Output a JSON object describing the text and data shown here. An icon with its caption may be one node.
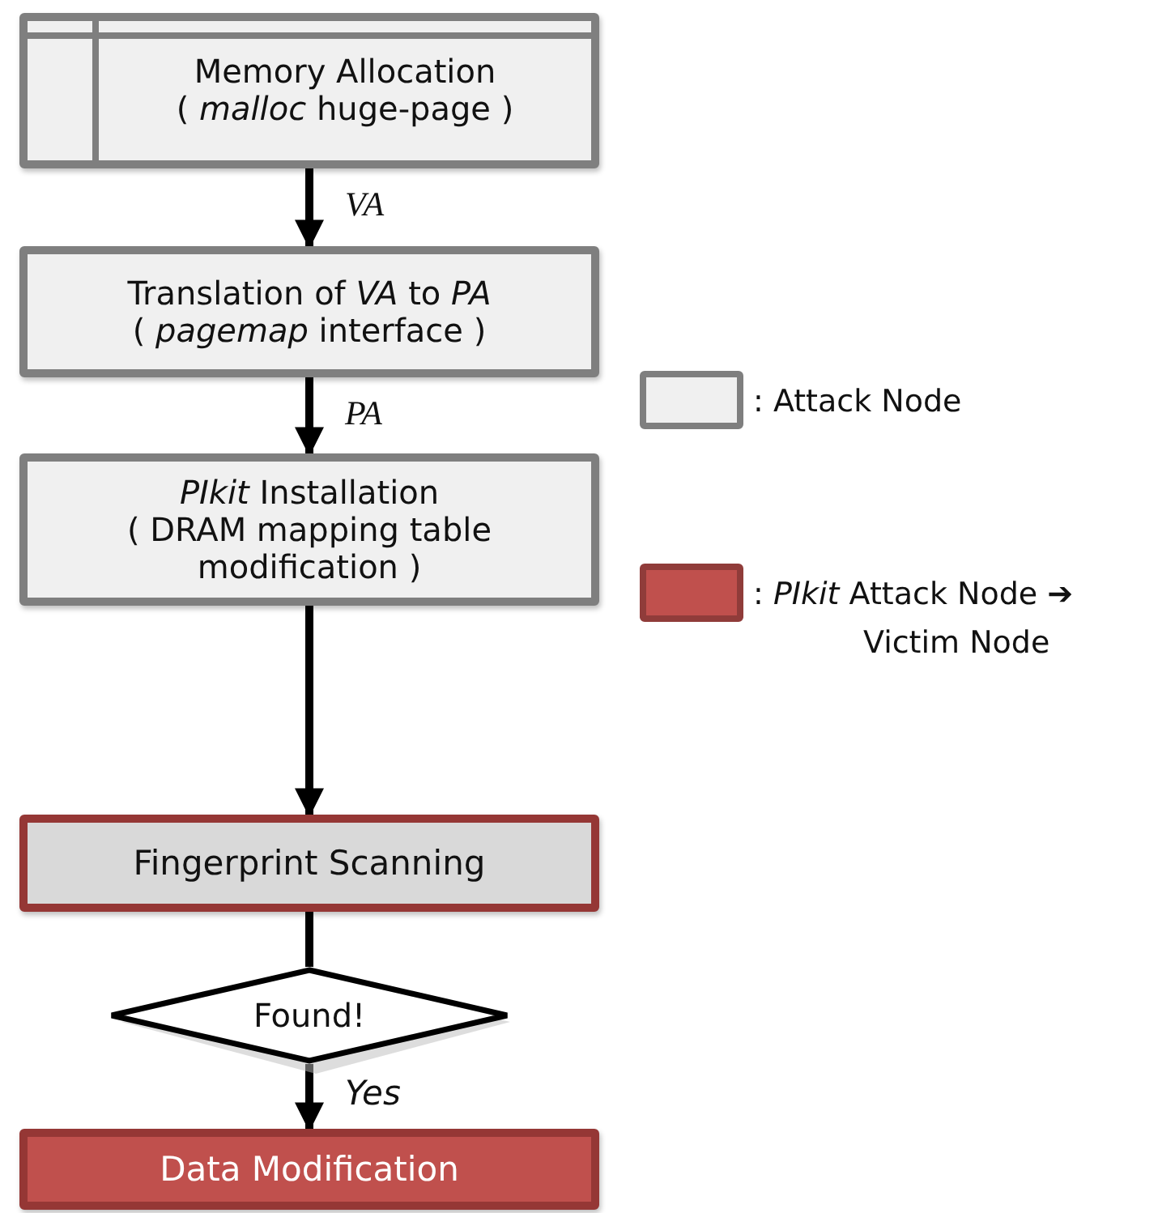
{
  "diagram": {
    "nodes": [
      {
        "text": [
          "Memory Allocation",
          "( *malloc* huge-page )"
        ]
      },
      {
        "text": [
          "Translation of *VA* to *PA*",
          "( *pagemap* interface )"
        ]
      },
      {
        "text": [
          "*PIkit* Installation",
          "( DRAM mapping table modification )"
        ]
      },
      {
        "text": [
          "Fingerprint Scanning"
        ]
      },
      {
        "text": [
          "Found!"
        ]
      },
      {
        "text": [
          "Data Modification"
        ]
      }
    ],
    "edges": [
      {
        "from": 0,
        "to": 1,
        "arrow": "to",
        "label": "VA"
      },
      {
        "from": 1,
        "to": 2,
        "arrow": "to",
        "label": "PA"
      },
      {
        "from": 2,
        "to": 3,
        "arrow": "to"
      },
      {
        "from": 3,
        "to": 4,
        "arrow": "none"
      },
      {
        "from": 4,
        "to": 5,
        "arrow": "to",
        "label": "Yes"
      }
    ],
    "legend": [
      {
        "text": ": Attack Node",
        "color": "#f0f0f0"
      },
      {
        "text": ": *PIkit* Attack Node ➔ Victim Node",
        "color": "#c0504d"
      }
    ]
  }
}
